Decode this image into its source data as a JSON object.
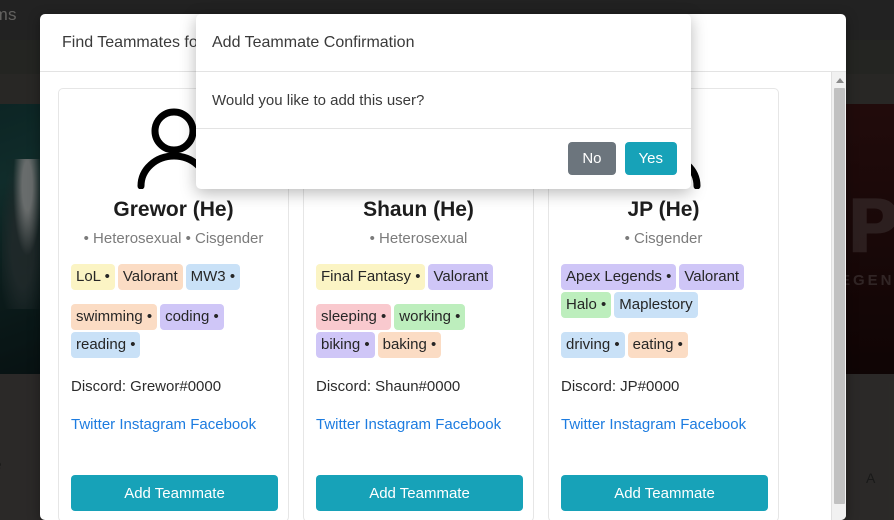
{
  "background": {
    "nav_text": "ums",
    "lower_text_left": "e",
    "lower_text_right": "A",
    "poster_right_glyph": "PE",
    "poster_right_sub": "EGEN"
  },
  "back_dialog": {
    "title": "Find Teammates fo",
    "scrollbar": {
      "up_arrow": "scroll-up-arrow"
    }
  },
  "modal": {
    "title": "Add Teammate Confirmation",
    "body_text": "Would you like to add this user?",
    "no_label": "No",
    "yes_label": "Yes",
    "no_color": "#6c757d",
    "yes_color": "#17a2b8"
  },
  "cards": [
    {
      "name": "Grewor (He)",
      "traits": "• Heterosexual • Cisgender",
      "games": [
        {
          "label": "LoL •",
          "color": "#fbf4c4"
        },
        {
          "label": "Valorant",
          "color": "#fbdcc4"
        },
        {
          "label": "MW3 •",
          "color": "#c9e1f7"
        }
      ],
      "hobbies": [
        {
          "label": "swimming •",
          "color": "#fbdcc4"
        },
        {
          "label": "coding •",
          "color": "#cfc6f7"
        },
        {
          "label": "reading •",
          "color": "#c9e1f7"
        }
      ],
      "discord": "Discord: Grewor#0000",
      "links": [
        "Twitter",
        "Instagram",
        "Facebook"
      ],
      "add_label": "Add Teammate"
    },
    {
      "name": "Shaun (He)",
      "traits": "• Heterosexual",
      "games": [
        {
          "label": "Final Fantasy •",
          "color": "#fbf4c4"
        },
        {
          "label": "Valorant",
          "color": "#cfc6f7"
        }
      ],
      "hobbies": [
        {
          "label": "sleeping •",
          "color": "#f9c9ce"
        },
        {
          "label": "working •",
          "color": "#bdeebd"
        },
        {
          "label": "biking •",
          "color": "#cfc6f7"
        },
        {
          "label": "baking •",
          "color": "#fbdcc4"
        }
      ],
      "discord": "Discord: Shaun#0000",
      "links": [
        "Twitter",
        "Instagram",
        "Facebook"
      ],
      "add_label": "Add Teammate"
    },
    {
      "name": "JP (He)",
      "traits": "• Cisgender",
      "games": [
        {
          "label": "Apex Legends •",
          "color": "#cfc6f7"
        },
        {
          "label": "Valorant",
          "color": "#cfc6f7"
        },
        {
          "label": "Halo •",
          "color": "#bdeebd"
        },
        {
          "label": "Maplestory",
          "color": "#c9e1f7"
        }
      ],
      "hobbies": [
        {
          "label": "driving •",
          "color": "#c9e1f7"
        },
        {
          "label": "eating •",
          "color": "#fbdcc4"
        }
      ],
      "discord": "Discord: JP#0000",
      "links": [
        "Twitter",
        "Instagram",
        "Facebook"
      ],
      "add_label": "Add Teammate"
    }
  ]
}
